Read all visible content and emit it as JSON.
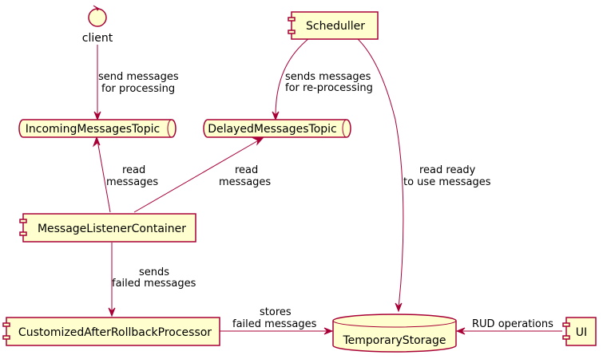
{
  "nodes": {
    "client": "client",
    "scheduller": "Scheduller",
    "incoming_topic": "IncomingMessagesTopic",
    "delayed_topic": "DelayedMessagesTopic",
    "listener_container": "MessageListenerContainer",
    "rollback_processor": "CustomizedAfterRollbackProcessor",
    "temporary_storage": "TemporaryStorage",
    "ui": "UI"
  },
  "edges": {
    "client_to_incoming": [
      "send messages",
      "for processing"
    ],
    "scheduller_to_delayed": [
      "sends messages",
      "for re-processing"
    ],
    "scheduller_to_storage": [
      "read ready",
      "to use messages"
    ],
    "listener_reads_incoming": [
      "read",
      "messages"
    ],
    "listener_reads_delayed": [
      "read",
      "messages"
    ],
    "listener_to_processor": [
      "sends",
      "failed messages"
    ],
    "processor_to_storage": [
      "stores",
      "failed messages"
    ],
    "ui_to_storage": [
      "RUD operations"
    ]
  },
  "colors": {
    "node_fill": "#FEFECE",
    "border": "#A80036",
    "text": "#000000"
  }
}
